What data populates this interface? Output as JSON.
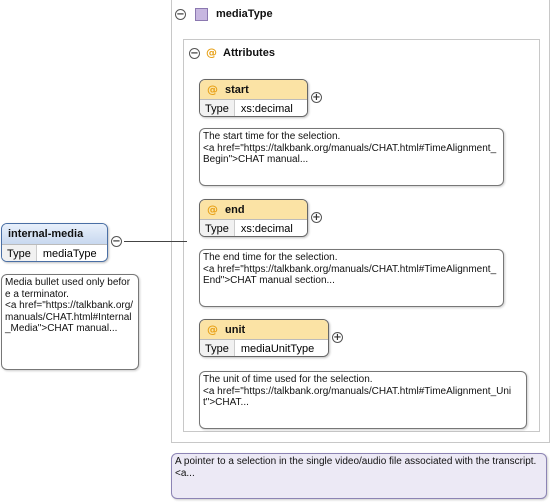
{
  "root": {
    "name": "internal-media",
    "type_label": "Type",
    "type_value": "mediaType",
    "doc": "Media bullet used only before a terminator.\n<a href=\"https://talkbank.org/manuals/CHAT.html#Internal_Media\">CHAT manual..."
  },
  "complex_type": {
    "name": "mediaType",
    "doc": "A pointer to a selection in the single video/audio file associated with the transcript.\n<a..."
  },
  "attributes_group": {
    "label": "Attributes"
  },
  "attributes": [
    {
      "name": "start",
      "type_label": "Type",
      "type_value": "xs:decimal",
      "doc": "The start time for the selection.\n<a href=\"https://talkbank.org/manuals/CHAT.html#TimeAlignment_Begin\">CHAT manual..."
    },
    {
      "name": "end",
      "type_label": "Type",
      "type_value": "xs:decimal",
      "doc": "The end time for the selection.\n<a href=\"https://talkbank.org/manuals/CHAT.html#TimeAlignment_End\">CHAT manual section..."
    },
    {
      "name": "unit",
      "type_label": "Type",
      "type_value": "mediaUnitType",
      "doc": "The unit of time used for the selection.\n<a href=\"https://talkbank.org/manuals/CHAT.html#TimeAlignment_Unit\">CHAT..."
    }
  ],
  "symbols": {
    "collapse": "−",
    "expand": "+",
    "attribute_marker": "@"
  },
  "colors": {
    "attribute_header": "#fbe3a5",
    "element_square": "#c7b7e0",
    "root_header": "#c8d8ef",
    "type_doc_background": "#ece9f5"
  }
}
